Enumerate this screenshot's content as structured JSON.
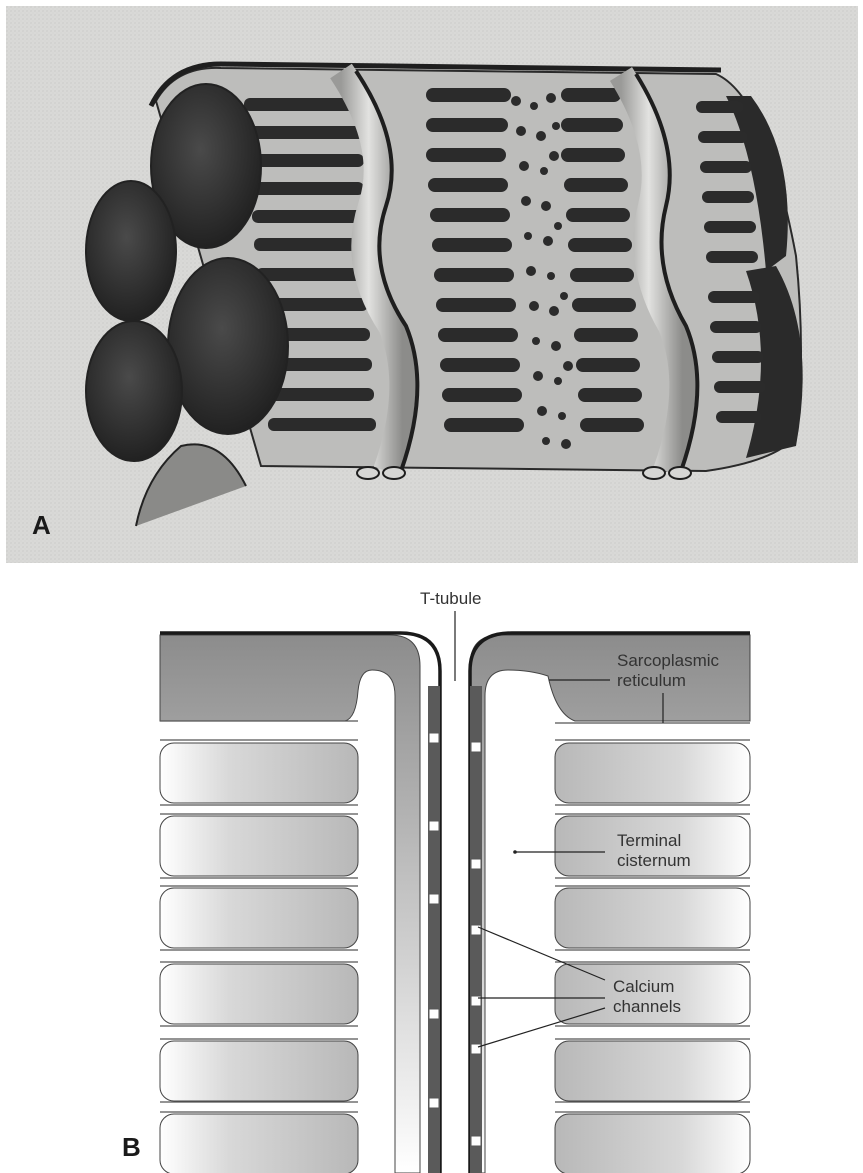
{
  "panel_a": {
    "letter": "A"
  },
  "panel_b": {
    "letter": "B",
    "labels": {
      "t_tubule": "T-tubule",
      "sarcoplasmic_reticulum": [
        "Sarcoplasmic",
        "reticulum"
      ],
      "terminal_cisternum": [
        "Terminal",
        "cisternum"
      ],
      "calcium_channels": [
        "Calcium",
        "channels"
      ]
    }
  }
}
